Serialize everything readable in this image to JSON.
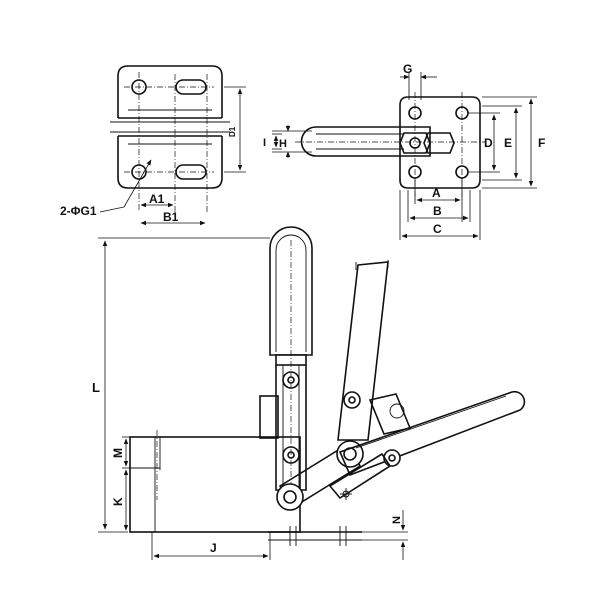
{
  "labels": {
    "two_phi_g1": "2-ΦG1",
    "a1": "A1",
    "b1": "B1",
    "d1": "D1",
    "g": "G",
    "i": "I",
    "h": "H",
    "d": "D",
    "e": "E",
    "f": "F",
    "a": "A",
    "b": "B",
    "c": "C",
    "l": "L",
    "m": "M",
    "k": "K",
    "j": "J",
    "n": "N"
  }
}
